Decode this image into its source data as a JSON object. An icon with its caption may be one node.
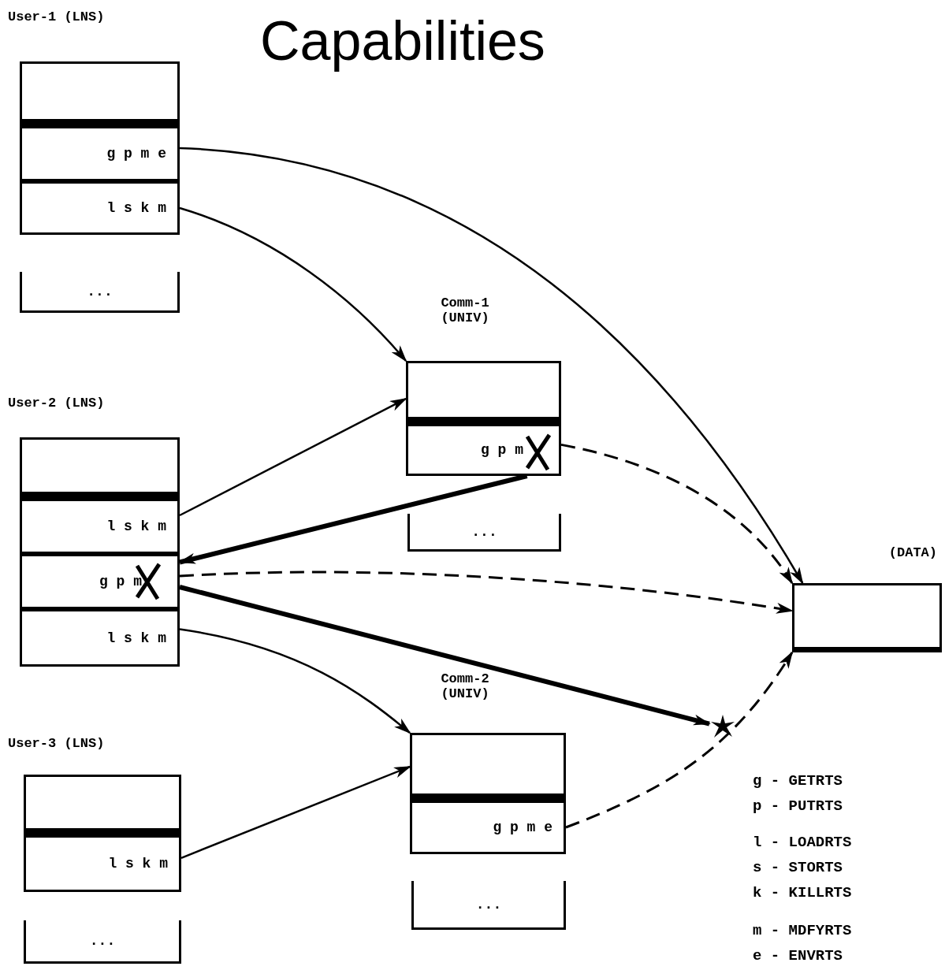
{
  "diagram": {
    "title": "Capabilities",
    "nodes": [
      {
        "text": [
          "User-1 (LNS)"
        ]
      },
      {
        "text": [],
        "shape": "box",
        "in": 0
      },
      {
        "text": [
          "g p m e"
        ],
        "in": 0
      },
      {
        "text": [
          "l s k m"
        ],
        "in": 0
      },
      {
        "text": [
          "..."
        ],
        "in": 0
      },
      {
        "text": [
          "Comm-1 (UNIV)"
        ]
      },
      {
        "text": [],
        "shape": "box",
        "in": 5
      },
      {
        "text": [
          "g p m"
        ],
        "in": 5
      },
      {
        "text": [
          "..."
        ],
        "in": 5
      },
      {
        "text": [
          "User-2 (LNS)"
        ]
      },
      {
        "text": [],
        "shape": "box",
        "in": 9
      },
      {
        "text": [
          "l s k m"
        ],
        "in": 9
      },
      {
        "text": [
          "g p m"
        ],
        "in": 9
      },
      {
        "text": [
          "l s k m"
        ],
        "in": 9
      },
      {
        "text": [
          "User-3 (LNS)"
        ]
      },
      {
        "text": [],
        "shape": "box",
        "in": 14
      },
      {
        "text": [
          "l s k m"
        ],
        "in": 14
      },
      {
        "text": [
          "..."
        ],
        "in": 14
      },
      {
        "text": [
          "Comm-2 (UNIV)"
        ]
      },
      {
        "text": [],
        "shape": "box",
        "in": 18
      },
      {
        "text": [
          "g p m e"
        ],
        "in": 18
      },
      {
        "text": [
          "..."
        ],
        "in": 18
      },
      {
        "text": [
          "(DATA)"
        ]
      },
      {
        "text": [],
        "shape": "star"
      }
    ],
    "edges": [
      {
        "from": 2,
        "to": 22,
        "arrow": "to"
      },
      {
        "from": 3,
        "to": 6,
        "arrow": "to"
      },
      {
        "from": 11,
        "to": 6,
        "arrow": "to"
      },
      {
        "from": 7,
        "to": 12,
        "arrow": "to",
        "style": "thick"
      },
      {
        "from": 7,
        "to": 22,
        "arrow": "to",
        "style": "dashed"
      },
      {
        "from": 12,
        "to": 22,
        "arrow": "to",
        "style": "dashed"
      },
      {
        "from": 12,
        "to": 23,
        "arrow": "to",
        "style": "thick"
      },
      {
        "from": 13,
        "to": 19,
        "arrow": "to"
      },
      {
        "from": 16,
        "to": 19,
        "arrow": "to"
      },
      {
        "from": 20,
        "to": 22,
        "arrow": "to",
        "style": "dashed"
      }
    ],
    "labels": [
      "g - GETRTS",
      "p - PUTRTS",
      "l - LOADRTS",
      "s - STORTS",
      "k - KILLRTS",
      "m - MDFYRTS",
      "e - ENVRTS"
    ]
  }
}
